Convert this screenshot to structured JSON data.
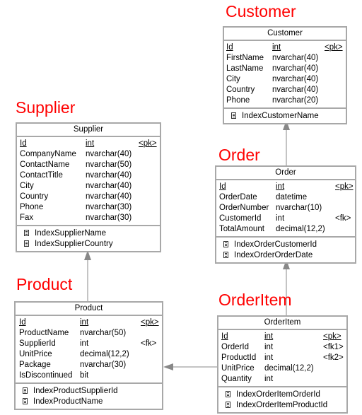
{
  "labels": {
    "customer": "Customer",
    "supplier": "Supplier",
    "order": "Order",
    "product": "Product",
    "orderitem": "OrderItem"
  },
  "entities": {
    "customer": {
      "title": "Customer",
      "columns": [
        {
          "name": "Id",
          "type": "int",
          "key": "<pk>"
        },
        {
          "name": "FirstName",
          "type": "nvarchar(40)",
          "key": ""
        },
        {
          "name": "LastName",
          "type": "nvarchar(40)",
          "key": ""
        },
        {
          "name": "City",
          "type": "nvarchar(40)",
          "key": ""
        },
        {
          "name": "Country",
          "type": "nvarchar(40)",
          "key": ""
        },
        {
          "name": "Phone",
          "type": "nvarchar(20)",
          "key": ""
        }
      ],
      "indexes": [
        "IndexCustomerName"
      ]
    },
    "supplier": {
      "title": "Supplier",
      "columns": [
        {
          "name": "Id",
          "type": "int",
          "key": "<pk>"
        },
        {
          "name": "CompanyName",
          "type": "nvarchar(40)",
          "key": ""
        },
        {
          "name": "ContactName",
          "type": "nvarchar(50)",
          "key": ""
        },
        {
          "name": "ContactTitle",
          "type": "nvarchar(40)",
          "key": ""
        },
        {
          "name": "City",
          "type": "nvarchar(40)",
          "key": ""
        },
        {
          "name": "Country",
          "type": "nvarchar(40)",
          "key": ""
        },
        {
          "name": "Phone",
          "type": "nvarchar(30)",
          "key": ""
        },
        {
          "name": "Fax",
          "type": "nvarchar(30)",
          "key": ""
        }
      ],
      "indexes": [
        "IndexSupplierName",
        "IndexSupplierCountry"
      ]
    },
    "order": {
      "title": "Order",
      "columns": [
        {
          "name": "Id",
          "type": "int",
          "key": "<pk>"
        },
        {
          "name": "OrderDate",
          "type": "datetime",
          "key": ""
        },
        {
          "name": "OrderNumber",
          "type": "nvarchar(10)",
          "key": ""
        },
        {
          "name": "CustomerId",
          "type": "int",
          "key": "<fk>"
        },
        {
          "name": "TotalAmount",
          "type": "decimal(12,2)",
          "key": ""
        }
      ],
      "indexes": [
        "IndexOrderCustomerId",
        "IndexOrderOrderDate"
      ]
    },
    "product": {
      "title": "Product",
      "columns": [
        {
          "name": "Id",
          "type": "int",
          "key": "<pk>"
        },
        {
          "name": "ProductName",
          "type": "nvarchar(50)",
          "key": ""
        },
        {
          "name": "SupplierId",
          "type": "int",
          "key": "<fk>"
        },
        {
          "name": "UnitPrice",
          "type": "decimal(12,2)",
          "key": ""
        },
        {
          "name": "Package",
          "type": "nvarchar(30)",
          "key": ""
        },
        {
          "name": "IsDiscontinued",
          "type": "bit",
          "key": ""
        }
      ],
      "indexes": [
        "IndexProductSupplierId",
        "IndexProductName"
      ]
    },
    "orderitem": {
      "title": "OrderItem",
      "columns": [
        {
          "name": "Id",
          "type": "int",
          "key": "<pk>"
        },
        {
          "name": "OrderId",
          "type": "int",
          "key": "<fk1>"
        },
        {
          "name": "ProductId",
          "type": "int",
          "key": "<fk2>"
        },
        {
          "name": "UnitPrice",
          "type": "decimal(12,2)",
          "key": ""
        },
        {
          "name": "Quantity",
          "type": "int",
          "key": ""
        }
      ],
      "indexes": [
        "IndexOrderItemOrderId",
        "IndexOrderItemProductId"
      ]
    }
  }
}
